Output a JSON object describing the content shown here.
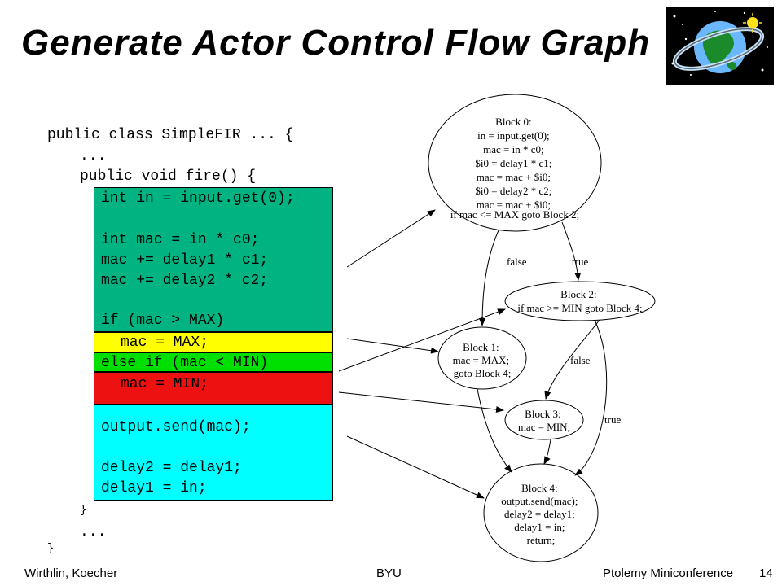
{
  "slide": {
    "title": "Generate Actor Control Flow Graph"
  },
  "footer": {
    "left": "Wirthlin, Koecher",
    "center": "BYU",
    "right": "Ptolemy Miniconference",
    "page": "14"
  },
  "code": {
    "line1": "public class SimpleFIR ... {",
    "line2": "...",
    "line3": "public void fire() {",
    "g1_line1": "int in = input.get(0);",
    "g1_line2": "int mac = in * c0;",
    "g1_line3": "mac += delay1 * c1;",
    "g1_line4": "mac += delay2 * c2;",
    "g1_line5": "if (mac > MAX)",
    "y_line": "mac = MAX;",
    "l_line": "else if (mac < MIN)",
    "r_line": "mac = MIN;",
    "c_line1": "output.send(mac);",
    "c_line2": "delay2 = delay1;",
    "c_line3": "delay1 = in;",
    "close_inner": "}",
    "ellipsis2": "...",
    "close_outer": "}"
  },
  "colors": {
    "green": "#00b381",
    "yellow": "#ffff00",
    "lime": "#00e000",
    "red": "#ee1111",
    "cyan": "#00ffff"
  },
  "graph": {
    "block0": [
      "Block 0:",
      "in = input.get(0);",
      "mac = in * c0;",
      "$i0 = delay1 * c1;",
      "mac = mac + $i0;",
      "$i0 = delay2 * c2;",
      "mac = mac + $i0;",
      "if mac <= MAX goto Block 2;"
    ],
    "block1": [
      "Block 1:",
      "mac = MAX;",
      "goto Block 4;"
    ],
    "block2": [
      "Block 2:",
      "if mac >= MIN goto Block 4;"
    ],
    "block3": [
      "Block 3:",
      "mac = MIN;"
    ],
    "block4": [
      "Block 4:",
      "output.send(mac);",
      "delay2 = delay1;",
      "delay1 = in;",
      "return;"
    ],
    "edge_labels": {
      "b0_false": "false",
      "b0_true": "true",
      "b2_false": "false",
      "b2_true": "true"
    }
  },
  "logo": {
    "icon": "globe-orbit-logo"
  }
}
